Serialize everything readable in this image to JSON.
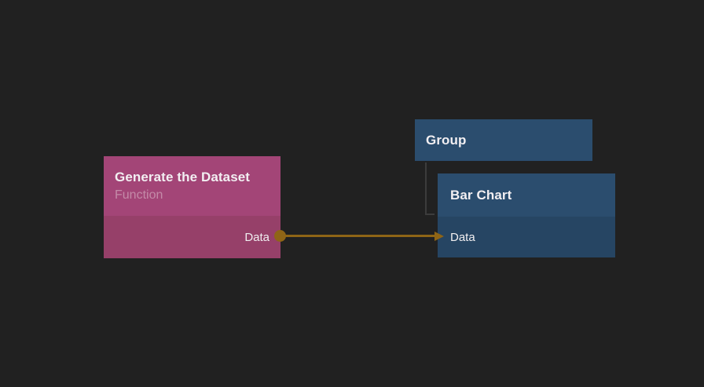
{
  "canvas": {
    "background": "#212121"
  },
  "text_colors": {
    "node_title": "#f2eff2",
    "node_subtitle": "#c48aa8",
    "port_label": "#f0eef0"
  },
  "nodes": {
    "generate_dataset": {
      "title": "Generate the Dataset",
      "subtitle": "Function",
      "output_port_label": "Data",
      "header_color": "#a34577",
      "body_color": "#964069"
    },
    "group": {
      "title": "Group",
      "header_color": "#2b4d6e"
    },
    "bar_chart": {
      "title": "Bar Chart",
      "input_port_label": "Data",
      "header_color": "#2b4d6e",
      "body_color": "#264563"
    }
  },
  "wire": {
    "from_node": "Generate the Dataset",
    "from_port": "Data",
    "to_node": "Bar Chart",
    "to_port": "Data",
    "color": "#8f6516"
  },
  "tree_connector": {
    "color": "#3c3c3c"
  }
}
